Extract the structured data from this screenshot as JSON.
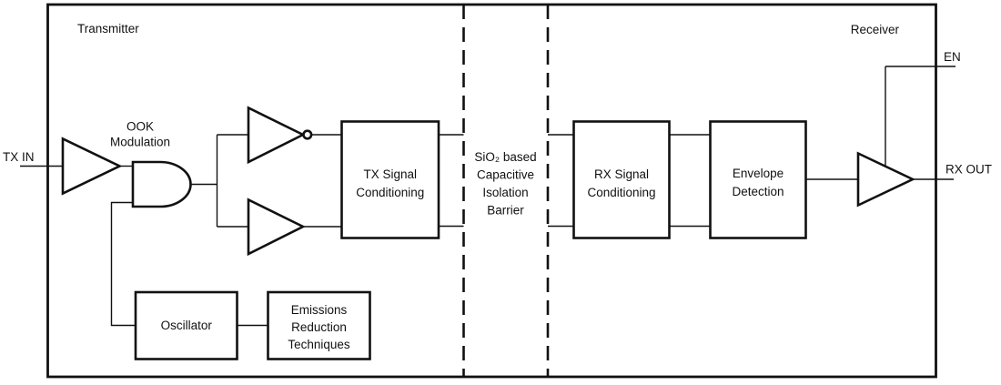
{
  "sections": {
    "transmitter": "Transmitter",
    "receiver": "Receiver"
  },
  "ports": {
    "tx_in": "TX IN",
    "en": "EN",
    "rx_out": "RX OUT"
  },
  "annotations": {
    "ook_modulation": {
      "lines": [
        "OOK",
        "Modulation"
      ]
    },
    "barrier": {
      "lines": [
        "SiO₂ based",
        "Capacitive",
        "Isolation",
        "Barrier"
      ]
    }
  },
  "blocks": {
    "tx_signal_conditioning": {
      "lines": [
        "TX Signal",
        "Conditioning"
      ]
    },
    "rx_signal_conditioning": {
      "lines": [
        "RX Signal",
        "Conditioning"
      ]
    },
    "envelope_detection": {
      "lines": [
        "Envelope",
        "Detection"
      ]
    },
    "oscillator": {
      "lines": [
        "Oscillator"
      ]
    },
    "emissions_reduction_techniques": {
      "lines": [
        "Emissions",
        "Reduction",
        "Techniques"
      ]
    }
  },
  "colors": {
    "line": "#111111",
    "text": "#111111",
    "background": "#ffffff"
  }
}
